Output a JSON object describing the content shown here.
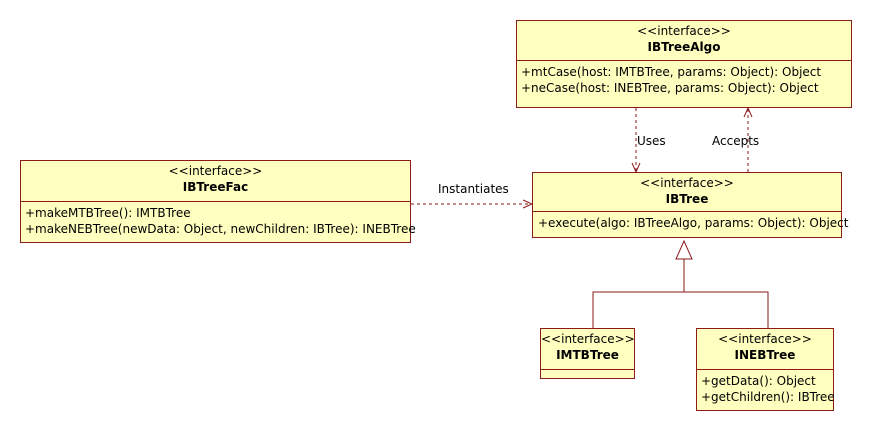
{
  "diagram": {
    "colors": {
      "box_fill": "#ffffc0",
      "border": "#8b1a1a",
      "text": "#000000"
    },
    "classes": {
      "ibtreealgo": {
        "stereotype": "<<interface>>",
        "name": "IBTreeAlgo",
        "operations": [
          "+mtCase(host: IMTBTree, params: Object): Object",
          "+neCase(host: INEBTree, params: Object): Object"
        ]
      },
      "ibtreefac": {
        "stereotype": "<<interface>>",
        "name": "IBTreeFac",
        "operations": [
          "+makeMTBTree(): IMTBTree",
          "+makeNEBTree(newData: Object, newChildren: IBTree): INEBTree"
        ]
      },
      "ibtree": {
        "stereotype": "<<interface>>",
        "name": "IBTree",
        "operations": [
          "+execute(algo: IBTreeAlgo, params: Object): Object"
        ]
      },
      "imtbtree": {
        "stereotype": "<<interface>>",
        "name": "IMTBTree",
        "operations": []
      },
      "inebtree": {
        "stereotype": "<<interface>>",
        "name": "INEBTree",
        "operations": [
          "+getData(): Object",
          "+getChildren(): IBTree"
        ]
      }
    },
    "relations": {
      "uses": "Uses",
      "accepts": "Accepts",
      "instantiates": "Instantiates"
    }
  }
}
